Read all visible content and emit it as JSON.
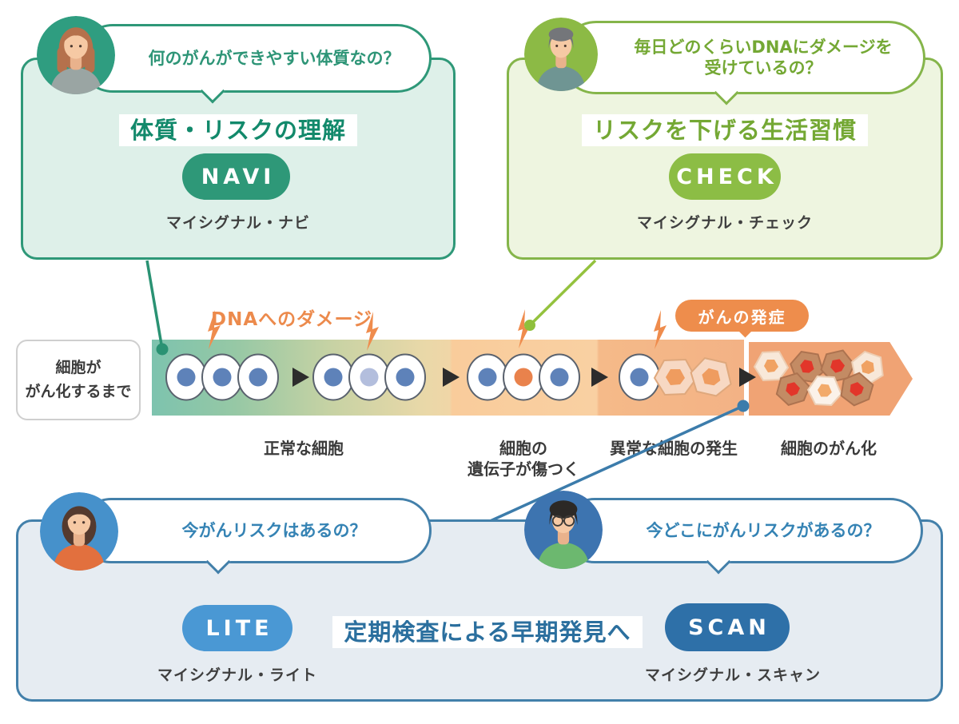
{
  "palette": {
    "teal": "#2e9878",
    "green": "#85b54a",
    "blue_border": "#4380aa",
    "lite_blue": "#4a98d4",
    "scan_blue": "#2e70a8",
    "orange": "#ee8d4c"
  },
  "navi_card": {
    "question": "何のがんができやすい体質なの？",
    "title": "体質・リスクの理解",
    "pill": "NAVI",
    "product": "マイシグナル・ナビ"
  },
  "check_card": {
    "question_line1": "毎日どのくらいDNAにダメージを",
    "question_line2": "受けているの？",
    "title": "リスクを下げる生活習慣",
    "pill": "CHECK",
    "product": "マイシグナル・チェック"
  },
  "lite_card": {
    "question": "今がんリスクはあるの？",
    "pill": "LITE",
    "product": "マイシグナル・ライト"
  },
  "scan_card": {
    "question": "今どこにがんリスクがあるの？",
    "pill": "SCAN",
    "product": "マイシグナル・スキャン"
  },
  "bottom": {
    "headline": "定期検査による早期発見へ"
  },
  "timeline": {
    "intro_line1": "細胞が",
    "intro_line2": "がん化するまで",
    "damage_label": "DNAへのダメージ",
    "onset_badge": "がんの発症",
    "stages": [
      {
        "l1": "正常な細胞",
        "l2": ""
      },
      {
        "l1": "細胞の",
        "l2": "遺伝子が傷つく"
      },
      {
        "l1": "異常な細胞の発生",
        "l2": ""
      },
      {
        "l1": "細胞のがん化",
        "l2": ""
      }
    ]
  }
}
